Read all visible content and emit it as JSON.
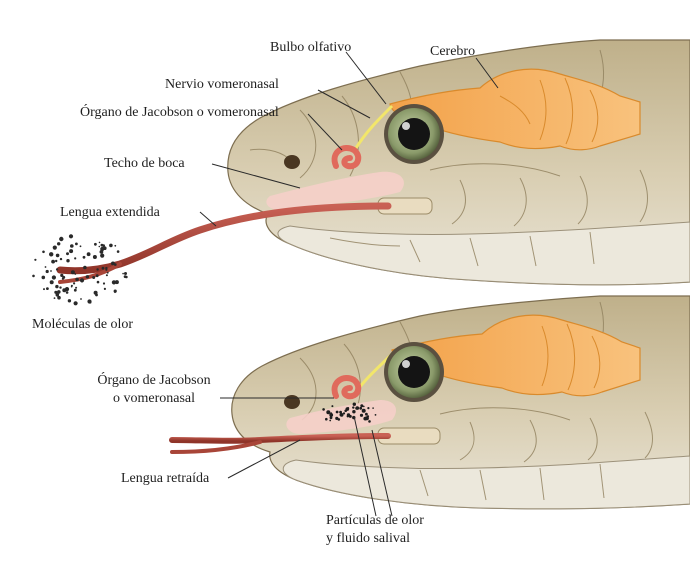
{
  "top_panel": {
    "labels": {
      "bulbo": "Bulbo olfativo",
      "cerebro": "Cerebro",
      "nervio": "Nervio vomeronasal",
      "organo": "Órgano de Jacobson o vomeronasal",
      "techo": "Techo de boca",
      "lengua": "Lengua extendida",
      "moleculas": "Moléculas de olor"
    }
  },
  "bottom_panel": {
    "labels": {
      "organo_l1": "Órgano de Jacobson",
      "organo_l2": "o vomeronasal",
      "lengua": "Lengua retraída",
      "particulas_l1": "Partículas de olor",
      "particulas_l2": "y fluido salival"
    }
  },
  "colors": {
    "skin": "#cfc2a2",
    "skin_dark": "#8f7f5c",
    "belly": "#ece8dc",
    "brain": "#f6b25f",
    "tongue": "#b24a3e",
    "organ": "#e06a5c",
    "nerve": "#f2e66a",
    "mouth": "#f5cfc9",
    "eye_iris": "#8a9a6a"
  }
}
